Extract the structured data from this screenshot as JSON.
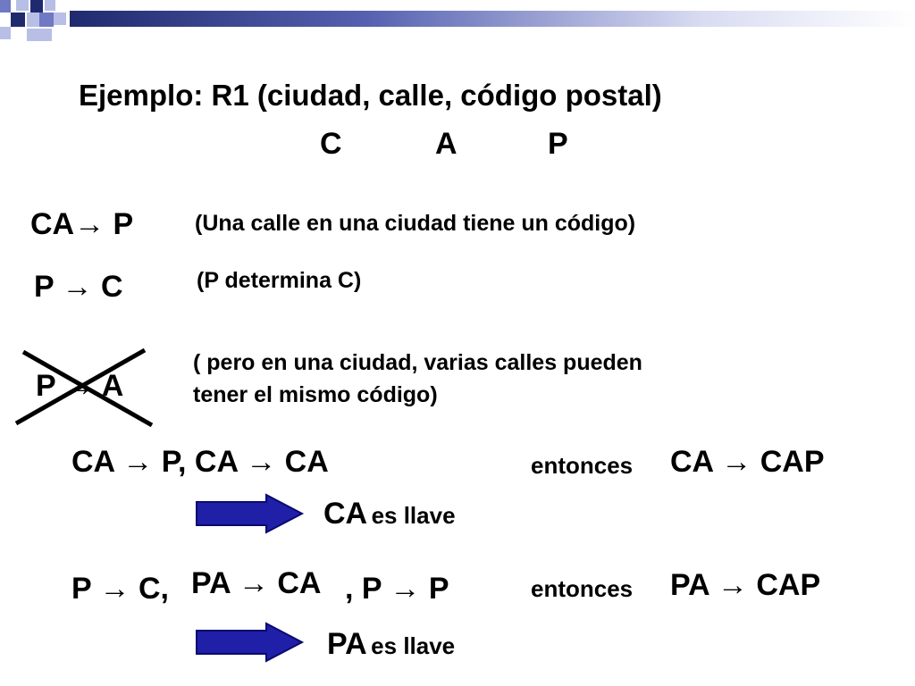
{
  "slide": {
    "title": "Ejemplo: R1 (ciudad, calle, código postal)",
    "attr_letters": [
      "C",
      "A",
      "P"
    ],
    "deps": [
      {
        "fd": "CA→ P",
        "note": "(Una calle en una ciudad tiene un código)"
      },
      {
        "fd": "P → C",
        "note": "(P determina C)"
      }
    ],
    "invalid": {
      "fd": "P → A",
      "note_line1": "( pero en una ciudad, varias calles pueden",
      "note_line2": "tener el mismo código)"
    },
    "row1": {
      "left": "CA → P, CA → CA",
      "entonces": "entonces",
      "result": "CA →  CAP",
      "key": "CA",
      "key_suffix": "es llave"
    },
    "row2": {
      "left1": "P → C,",
      "left2": "PA → CA",
      "left3": ", P → P",
      "entonces": "entonces",
      "result": "PA → CAP",
      "key": "PA",
      "key_suffix": "es llave"
    },
    "colors": {
      "arrow_fill": "#1f1fa8",
      "arrow_stroke": "#0a0a6e",
      "deco_navy": "#1f2a6e",
      "deco_light": "#b8bfe6",
      "deco_mid": "#6f79c4"
    }
  }
}
